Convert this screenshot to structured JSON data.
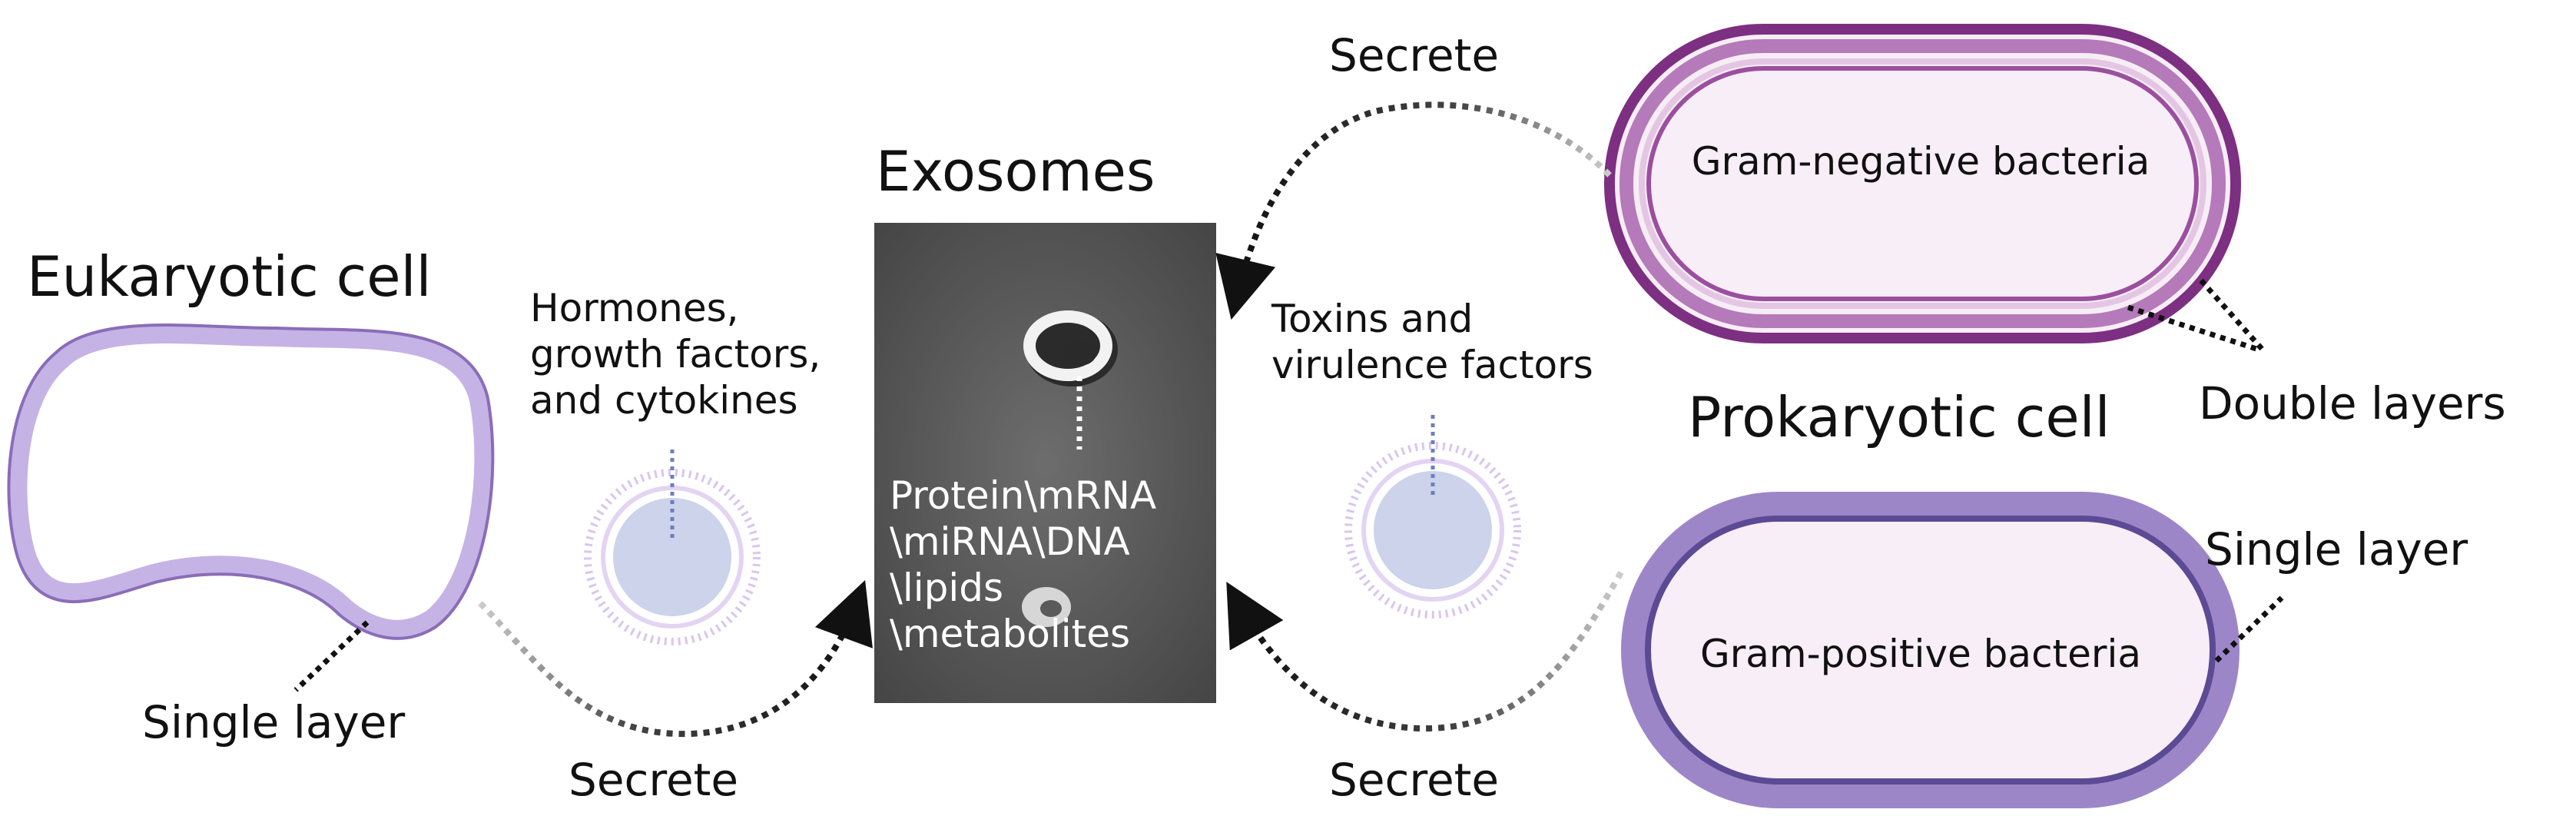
{
  "title_exosomes": "Exosomes",
  "eukaryotic": {
    "title": "Eukaryotic cell",
    "layer_label": "Single layer",
    "secrete": "Secrete",
    "cargo_lines": [
      "Hormones,",
      "growth factors,",
      "and cytokines"
    ]
  },
  "exosome_image": {
    "cargo_lines": [
      "Protein\\mRNA",
      "\\miRNA\\DNA",
      "\\lipids",
      "\\metabolites"
    ]
  },
  "prokaryotic": {
    "title": "Prokaryotic cell",
    "cargo_lines": [
      "Toxins and",
      "virulence factors"
    ],
    "gram_negative": {
      "name": "Gram-negative bacteria",
      "layer_label": "Double layers",
      "secrete": "Secrete"
    },
    "gram_positive": {
      "name": "Gram-positive bacteria",
      "layer_label": "Single layer",
      "secrete": "Secrete"
    }
  },
  "colors": {
    "eukaryotic_membrane": "#c5b3e6",
    "gram_negative_membrane": "#9b4f9f",
    "gram_positive_membrane": "#9d86c8",
    "vesicle": "#ccd3ea"
  }
}
